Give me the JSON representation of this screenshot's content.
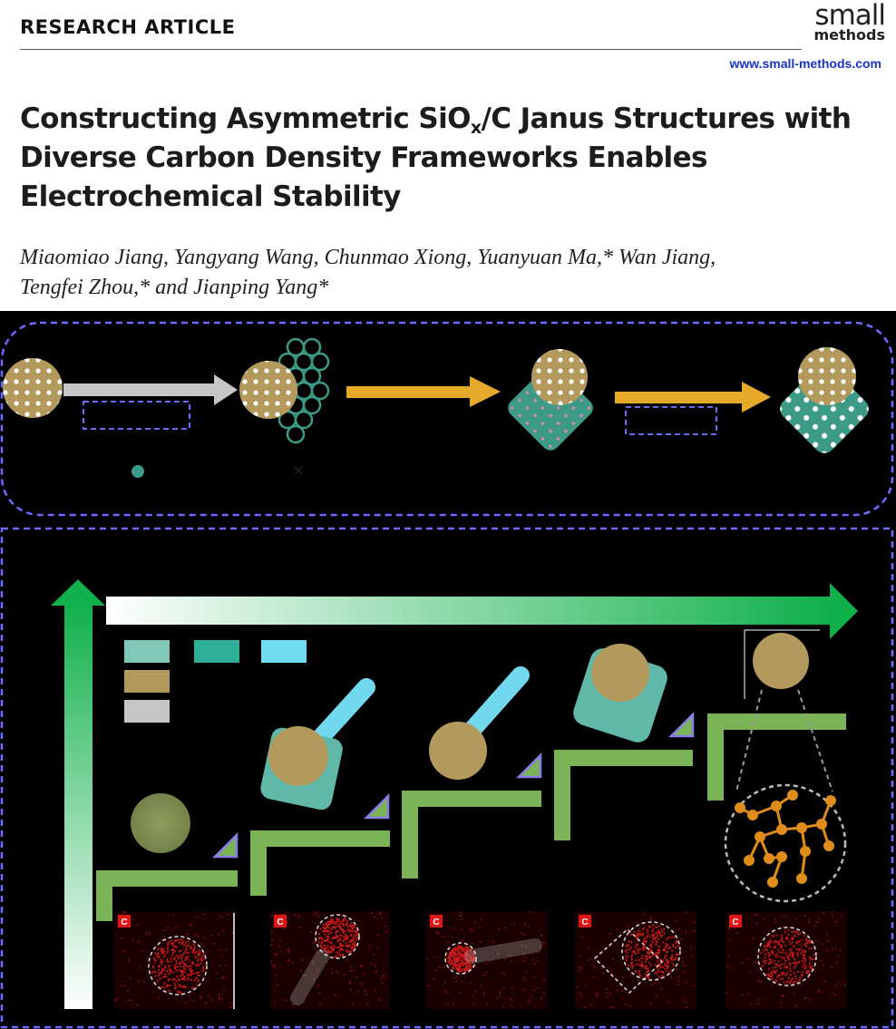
{
  "header": {
    "section_label": "RESEARCH ARTICLE",
    "journal_logo": {
      "line1": "small",
      "line2": "methods"
    },
    "journal_url": "www.small-methods.com"
  },
  "article": {
    "title_parts": {
      "before_sub": "Constructing Asymmetric SiO",
      "subscript": "x",
      "after_sub": "/C Janus Structures with Diverse Carbon Density Frameworks Enables Electrochemical Stability"
    },
    "authors_line1": "Miaomiao Jiang, Yangyang Wang, Chunmao Xiong, Yuanyuan Ma,* Wan Jiang,",
    "authors_line2": "Tengfei Zhou,* and Jianping Yang*"
  },
  "figure": {
    "element_map_label": "C",
    "colors": {
      "background": "#000000",
      "dashed_border": "#6b6bff",
      "core_particle": "#b39a5c",
      "carbon_shell": "#3c9a86",
      "carbon_arm": "#72d8ee",
      "process_arrow": "#e6a92a",
      "gray_arrow": "#c6c6c6",
      "step_bar": "#7ab457",
      "green_arrow": "#10b04a",
      "map_red": "#d11a1a",
      "network_orange": "#e08c1a"
    },
    "legend_swatches": [
      {
        "color": "#80c8b8"
      },
      {
        "color": "#2eae96"
      },
      {
        "color": "#6fdcf0"
      },
      {
        "color": "#b39a5c"
      },
      {
        "color": "#c6c6c6"
      }
    ]
  }
}
